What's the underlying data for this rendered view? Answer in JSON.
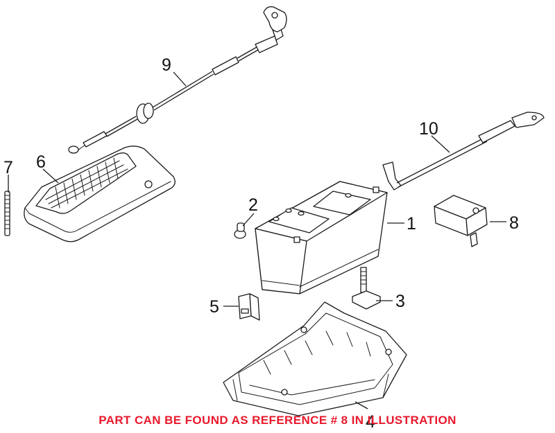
{
  "diagram": {
    "callouts": [
      {
        "id": "1",
        "part": "battery"
      },
      {
        "id": "2",
        "part": "plug"
      },
      {
        "id": "3",
        "part": "hold-down-bolt"
      },
      {
        "id": "4",
        "part": "battery-tray"
      },
      {
        "id": "5",
        "part": "bracket"
      },
      {
        "id": "6",
        "part": "battery-cover"
      },
      {
        "id": "7",
        "part": "stud"
      },
      {
        "id": "8",
        "part": "battery-sensor"
      },
      {
        "id": "9",
        "part": "negative-cable"
      },
      {
        "id": "10",
        "part": "ground-cable"
      }
    ],
    "notice": "PART CAN BE FOUND AS REFERENCE # 8 IN ILLUSTRATION",
    "colors": {
      "notice": "#e8192c",
      "line": "#1a1a1a",
      "background": "#ffffff"
    }
  }
}
